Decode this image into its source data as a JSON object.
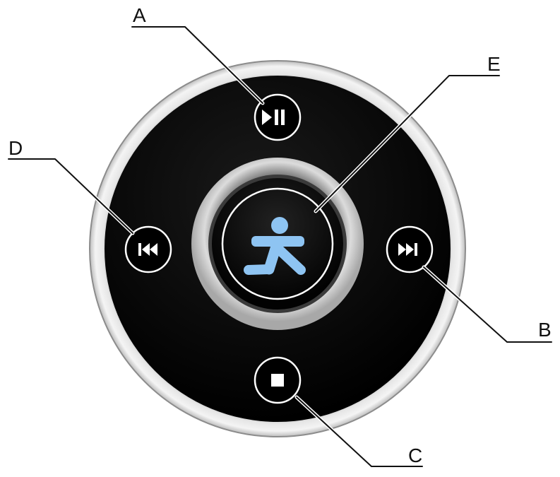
{
  "callouts": {
    "a": "A",
    "b": "B",
    "c": "C",
    "d": "D",
    "e": "E"
  },
  "controls": {
    "play_pause": {
      "icon": "play-pause-icon"
    },
    "next": {
      "icon": "skip-next-icon"
    },
    "stop": {
      "icon": "stop-icon"
    },
    "previous": {
      "icon": "skip-previous-icon"
    },
    "center": {
      "icon": "running-figure-icon"
    }
  },
  "colors": {
    "disc": "#050505",
    "rim": "#cfcfcf",
    "button_outline": "#ffffff",
    "figure": "#8ec4f2",
    "leader_line": "#111111"
  }
}
